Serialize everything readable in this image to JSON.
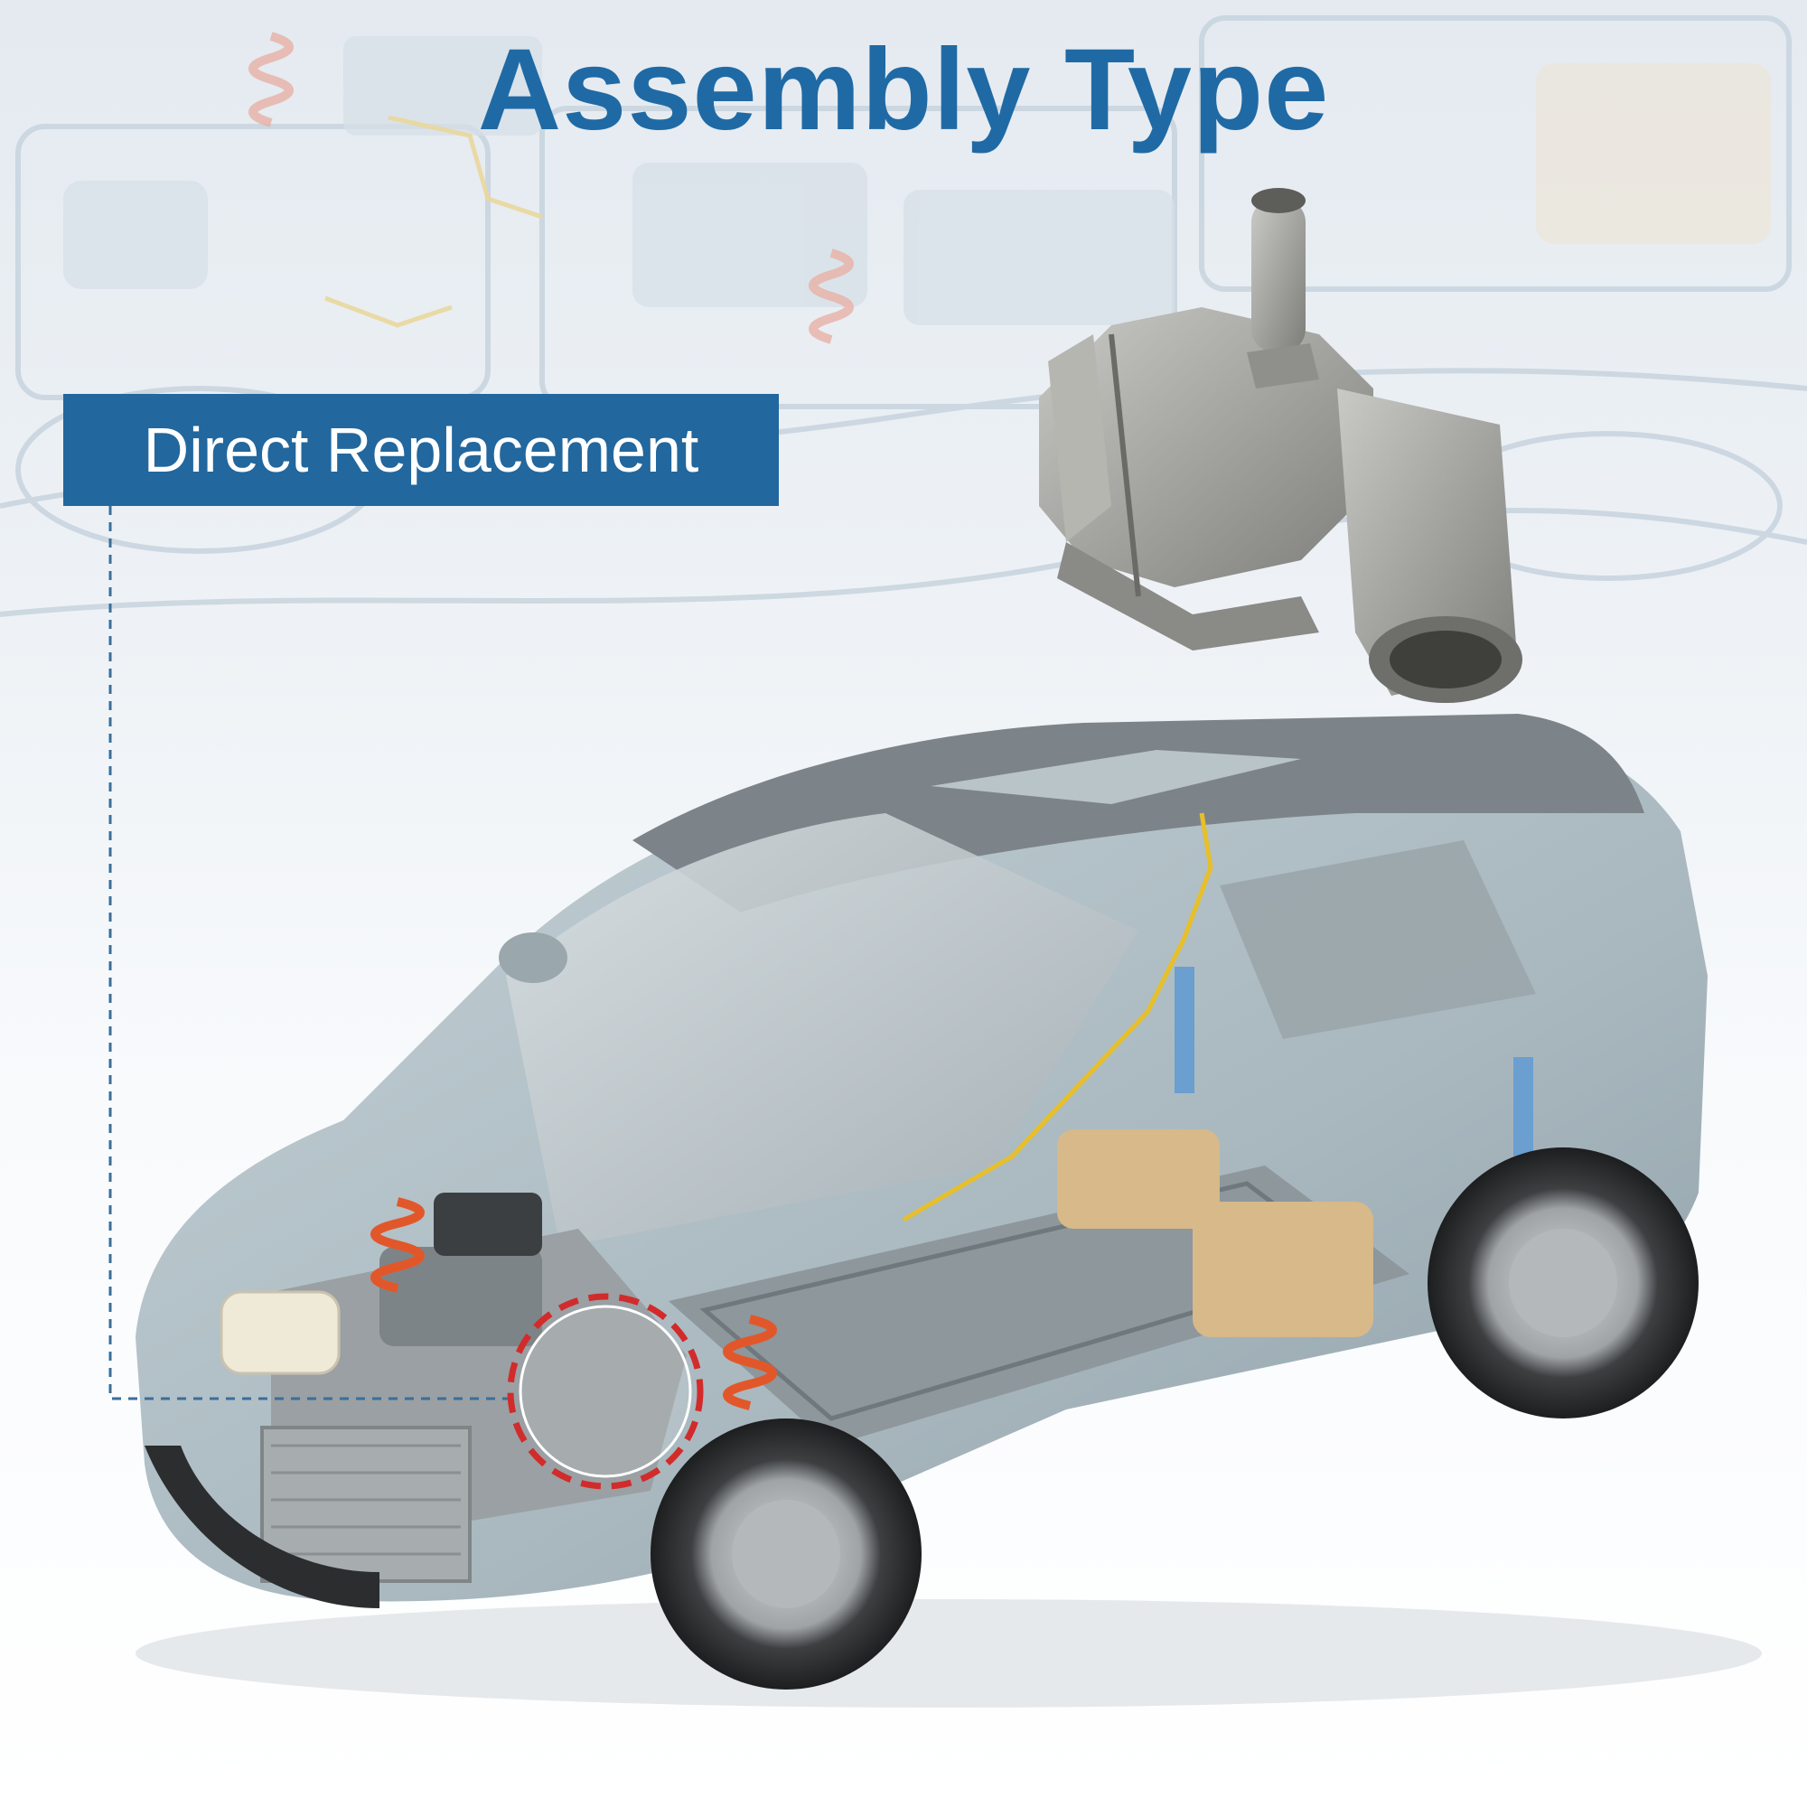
{
  "header": {
    "title": "Assembly Type"
  },
  "badge": {
    "label": "Direct Replacement"
  },
  "colors": {
    "title_blue": "#1f6aa5",
    "badge_blue": "#22679d",
    "callout_red": "#d22b2b",
    "leader_line": "#3b6e99",
    "car_body": "#a9b8bf",
    "part_metal": "#9c9c98",
    "battery_tan": "#d7b98a",
    "spring_orange": "#e2572a"
  },
  "icons": {
    "part": "thermostat-housing-icon",
    "car": "car-cutaway-illustration",
    "callout": "dashed-circle-highlight"
  }
}
